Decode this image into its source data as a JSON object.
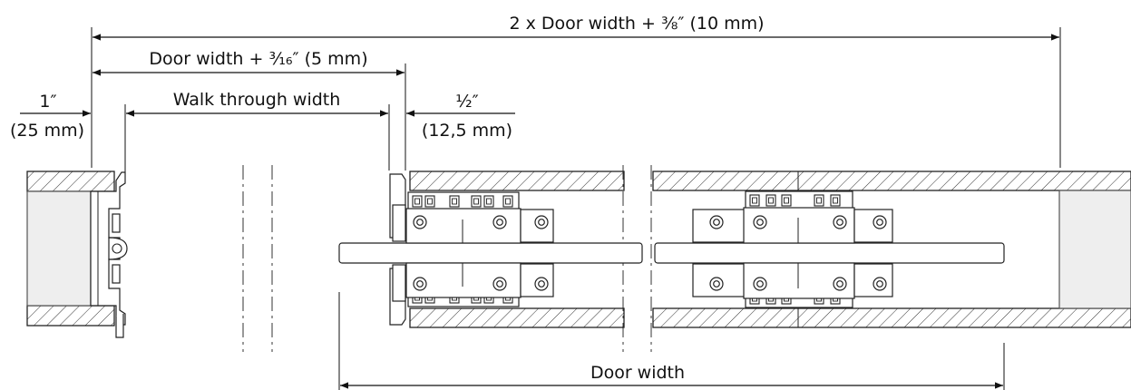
{
  "dimensions": {
    "overall": "2 x Door width + ⅜″ (10 mm)",
    "door_plus": "Door width + ³⁄₁₆″ (5 mm)",
    "walk_through": "Walk through width",
    "left_gap_imperial": "1″",
    "left_gap_metric": "(25 mm)",
    "half_inch_imperial": "½″",
    "half_inch_metric": "(12,5 mm)",
    "door_width": "Door width"
  }
}
